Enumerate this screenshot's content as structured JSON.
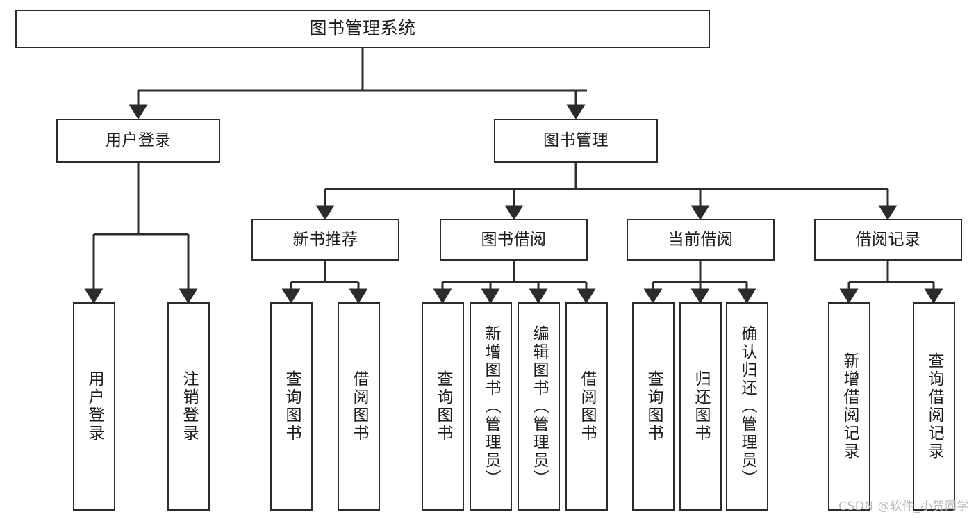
{
  "diagram": {
    "type": "tree-hierarchy",
    "title": "图书管理系统",
    "watermark": "CSDN @软件_小贺同学",
    "colors": {
      "box_border": "#2b2b2b",
      "box_fill": "#ffffff",
      "connector": "#2b2b2b",
      "text": "#1a1a1a",
      "watermark": "#b9b9b9",
      "background": "#ffffff"
    },
    "levels": {
      "root": "图书管理系统",
      "level1": [
        "用户登录",
        "图书管理"
      ],
      "level2": [
        "新书推荐",
        "图书借阅",
        "当前借阅",
        "借阅记录"
      ],
      "level3": [
        "用户登录",
        "注销登录",
        "查询图书",
        "借阅图书",
        "查询图书",
        "新增图书（管理员）",
        "编辑图书（管理员）",
        "借阅图书",
        "查询图书",
        "归还图书",
        "确认归还（管理员）",
        "新增借阅记录",
        "查询借阅记录"
      ]
    },
    "nodes": {
      "root": {
        "label": "图书管理系统"
      },
      "user_login": {
        "label": "用户登录"
      },
      "book_manage": {
        "label": "图书管理"
      },
      "new_book_rec": {
        "label": "新书推荐"
      },
      "book_borrow": {
        "label": "图书借阅"
      },
      "current_borrow": {
        "label": "当前借阅"
      },
      "borrow_record": {
        "label": "借阅记录"
      },
      "leaf_user_login": {
        "label": "用户登录"
      },
      "leaf_logout": {
        "label": "注销登录"
      },
      "leaf_query_book_a": {
        "label": "查询图书"
      },
      "leaf_borrow_book_a": {
        "label": "借阅图书"
      },
      "leaf_query_book_b": {
        "label": "查询图书"
      },
      "leaf_add_book": {
        "label": "新增图书（管理员）"
      },
      "leaf_edit_book": {
        "label": "编辑图书（管理员）"
      },
      "leaf_borrow_book_b": {
        "label": "借阅图书"
      },
      "leaf_query_book_c": {
        "label": "查询图书"
      },
      "leaf_return_book": {
        "label": "归还图书"
      },
      "leaf_confirm_return": {
        "label": "确认归还（管理员）"
      },
      "leaf_add_record": {
        "label": "新增借阅记录"
      },
      "leaf_query_record": {
        "label": "查询借阅记录"
      }
    },
    "edges": [
      {
        "from": "root",
        "to": "user_login"
      },
      {
        "from": "root",
        "to": "book_manage"
      },
      {
        "from": "user_login",
        "to": "leaf_user_login"
      },
      {
        "from": "user_login",
        "to": "leaf_logout"
      },
      {
        "from": "book_manage",
        "to": "new_book_rec"
      },
      {
        "from": "book_manage",
        "to": "book_borrow"
      },
      {
        "from": "book_manage",
        "to": "current_borrow"
      },
      {
        "from": "book_manage",
        "to": "borrow_record"
      },
      {
        "from": "new_book_rec",
        "to": "leaf_query_book_a"
      },
      {
        "from": "new_book_rec",
        "to": "leaf_borrow_book_a"
      },
      {
        "from": "book_borrow",
        "to": "leaf_query_book_b"
      },
      {
        "from": "book_borrow",
        "to": "leaf_add_book"
      },
      {
        "from": "book_borrow",
        "to": "leaf_edit_book"
      },
      {
        "from": "book_borrow",
        "to": "leaf_borrow_book_b"
      },
      {
        "from": "current_borrow",
        "to": "leaf_query_book_c"
      },
      {
        "from": "current_borrow",
        "to": "leaf_return_book"
      },
      {
        "from": "current_borrow",
        "to": "leaf_confirm_return"
      },
      {
        "from": "borrow_record",
        "to": "leaf_add_record"
      },
      {
        "from": "borrow_record",
        "to": "leaf_query_record"
      }
    ]
  }
}
